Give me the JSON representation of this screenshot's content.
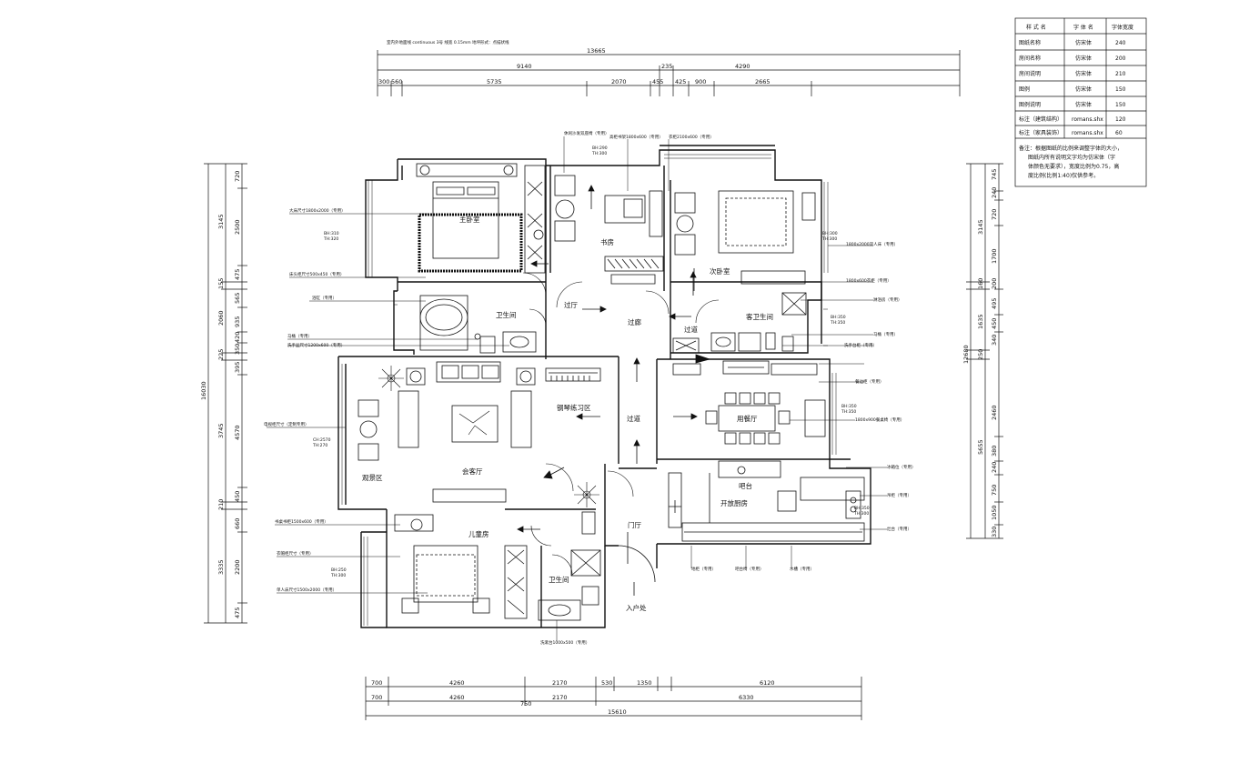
{
  "header_note": "室内外地面线 continuous 3号 线宽 0.15mm 地坪形式：点描状线",
  "dims": {
    "top_total": "13665",
    "top_row2": [
      "9140",
      "235",
      "4290"
    ],
    "top_row3": [
      "300",
      "560",
      "5735",
      "2070",
      "455",
      "425",
      "900",
      "2665"
    ],
    "bottom_row1": [
      "700",
      "4260",
      "2170",
      "530",
      "1350",
      "6120"
    ],
    "bottom_row2": [
      "700",
      "4260",
      "2170",
      "6330"
    ],
    "bottom_mid": "750",
    "bottom_total": "15610",
    "left_total": "16030",
    "left_outer": [
      "3145",
      "155",
      "2060",
      "225",
      "3745",
      "210",
      "3335"
    ],
    "left_inner": [
      "720",
      "2500",
      "475",
      "565",
      "935",
      "420",
      "350",
      "395",
      "4570",
      "450",
      "660",
      "2200",
      "475"
    ],
    "right_outer": [
      "3145",
      "160",
      "1635",
      "250",
      "5655"
    ],
    "right_inner": [
      "745",
      "240",
      "720",
      "1700",
      "200",
      "495",
      "450",
      "340",
      "2460",
      "380",
      "240",
      "750",
      "1050",
      "330"
    ],
    "right_total": "12680"
  },
  "rooms": {
    "master_bedroom": "主卧室",
    "study": "书房",
    "second_bedroom": "次卧室",
    "hall": "过厅",
    "corridor_center": "过廊",
    "corridor_small": "过道",
    "guest_bath": "客卫生间",
    "main_bath": "卫生间",
    "piano": "钢琴练习区",
    "corridor_mid": "过道",
    "dining": "用餐厅",
    "living": "会客厅",
    "view_area": "观景区",
    "bar": "吧台",
    "kitchen": "开放厨房",
    "kids_room": "儿童房",
    "bath_small": "卫生间",
    "foyer": "门厅",
    "entrance": "入户处"
  },
  "ceiling_tags": {
    "study": [
      "BH:290",
      "TH:300"
    ],
    "master": [
      "BH:310",
      "TH:320"
    ],
    "second": [
      "BH:300",
      "TH:300"
    ],
    "guest_bath": [
      "BH:350",
      "TH:350"
    ],
    "dining": [
      "BH:350",
      "TH:350"
    ],
    "living": [
      "CH:2570",
      "TH:270"
    ],
    "kids": [
      "BH:250",
      "TH:300"
    ],
    "kitchen": [
      "BH:350",
      "TH:300"
    ]
  },
  "annotations": {
    "top_1": "休闲沙发双座椅（专用）",
    "top_2": "高柜书架1800x600（专用）",
    "top_3": "衣柜2100x600（专用）",
    "left_1": "大床尺寸1800x2000（专用）",
    "left_2": "床头柜尺寸500x450（专用）",
    "left_3": "浴缸（专用）",
    "left_4": "马桶（专用）",
    "left_5": "洗手盆尺寸1200x600（专用）",
    "left_6": "电视柜尺寸（定制专用）",
    "left_7": "书桌书柜1500x600（专用）",
    "left_8": "衣帽柜尺寸（专用）",
    "left_9": "单人床尺寸1500x2000（专用）",
    "right_1": "1800x2000双人床（专用）",
    "right_2": "1800x600衣柜（专用）",
    "right_3": "淋浴房（专用）",
    "right_4": "马桶（专用）",
    "right_5": "洗手台柜（专用）",
    "right_6": "餐边柜（专用）",
    "right_7": "1800x900餐桌椅（专用）",
    "right_8": "冰箱位（专用）",
    "right_9": "吊柜（专用）",
    "right_10": "灶台（专用）",
    "bottom_1": "地柜（专用）",
    "bottom_2": "吧台椅（专用）",
    "bottom_3": "水槽（专用）",
    "bottom_4": "洗漱台1000x500（专用）"
  },
  "legend": {
    "headers": [
      "样 式 名",
      "字 体 名",
      "字体宽度"
    ],
    "rows": [
      [
        "图纸名称",
        "仿宋体",
        "240"
      ],
      [
        "房间名称",
        "仿宋体",
        "200"
      ],
      [
        "房间说明",
        "仿宋体",
        "210"
      ],
      [
        "图例",
        "仿宋体",
        "150"
      ],
      [
        "图例说明",
        "仿宋体",
        "150"
      ],
      [
        "标注（建筑结构）",
        "romans.shx",
        "120"
      ],
      [
        "标注（家具装饰）",
        "romans.shx",
        "60"
      ]
    ],
    "note_lines": [
      "备注：根据图纸的比例来调整字体的大小，",
      "图纸内所有说明文字均为仿宋体（字",
      "体颜色无要求），宽度比例为0.75，高",
      "度比例(比例1:40)仅供参考。"
    ]
  }
}
